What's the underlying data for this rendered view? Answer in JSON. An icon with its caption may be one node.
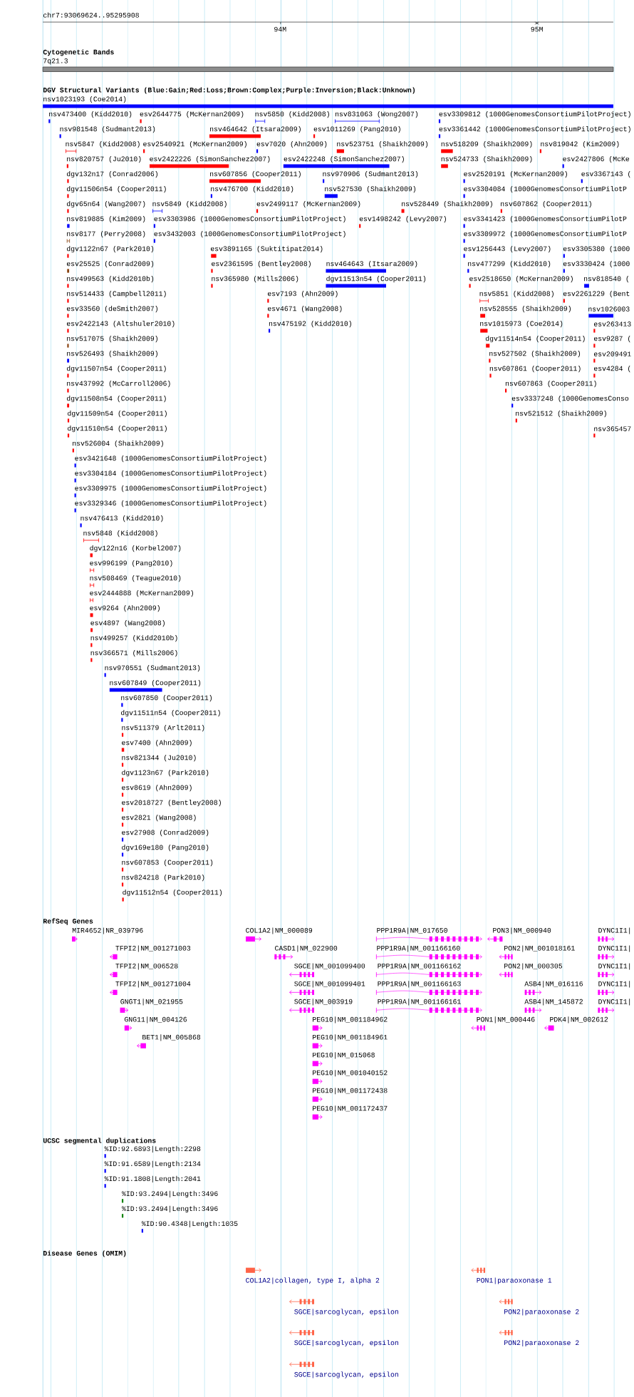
{
  "diagram": {
    "labels": [
      "chr7:93069624..95295908",
      "94M",
      "95M",
      "Cytogenetic Bands",
      "7q21.3",
      "DGV Structural Variants (Blue:Gain;Red:Loss;Brown:Complex;Purple:Inversion;Black:Unknown)",
      "nsv1023193 (Coe2014)",
      "nsv473400 (Kidd2010)",
      "esv2644775 (McKernan2009)",
      "nsv5850 (Kidd2008)",
      "nsv831063 (Wong2007)",
      "esv3309812 (1000GenomesConsortiumPilotProject)",
      "nsv981548 (Sudmant2013)",
      "nsv464642 (Itsara2009)",
      "esv1011269 (Pang2010)",
      "esv3361442 (1000GenomesConsortiumPilotProject)",
      "nsv5847 (Kidd2008)",
      "esv2540921 (McKernan2009)",
      "esv7020 (Ahn2009)",
      "nsv523751 (Shaikh2009)",
      "nsv518209 (Shaikh2009)",
      "nsv819042 (Kim2009)",
      "nsv820757 (Ju2010)",
      "esv2422226 (SimonSanchez2007)",
      "esv2422248 (SimonSanchez2007)",
      "nsv524733 (Shaikh2009)",
      "esv2427806 (McKe",
      "dgv132n17 (Conrad2006)",
      "nsv607856 (Cooper2011)",
      "nsv970906 (Sudmant2013)",
      "esv2520191 (McKernan2009)",
      "esv3367143 (",
      "dgv11506n54 (Cooper2011)",
      "nsv476700 (Kidd2010)",
      "nsv527530 (Shaikh2009)",
      "esv3304084 (1000GenomesConsortiumPilotP",
      "dgv65n64 (Wang2007)",
      "nsv5849 (Kidd2008)",
      "esv2499117 (McKernan2009)",
      "nsv528449 (Shaikh2009)",
      "nsv607862 (Cooper2011)",
      "nsv819885 (Kim2009)",
      "esv3303986 (1000GenomesConsortiumPilotProject)",
      "esv1498242 (Levy2007)",
      "esv3341423 (1000GenomesConsortiumPilotP",
      "nsv8177 (Perry2008)",
      "esv3432003 (1000GenomesConsortiumPilotProject)",
      "esv3309972 (1000GenomesConsortiumPilotP",
      "dgv1122n67 (Park2010)",
      "esv3891165 (Suktitipat2014)",
      "esv1256443 (Levy2007)",
      "esv3305380 (1000",
      "esv25525 (Conrad2009)",
      "esv2361595 (Bentley2008)",
      "nsv464643 (Itsara2009)",
      "nsv477299 (Kidd2010)",
      "esv3330424 (1000",
      "nsv499563 (Kidd2010b)",
      "nsv365980 (Mills2006)",
      "dgv11513n54 (Cooper2011)",
      "esv2518650 (McKernan2009)",
      "nsv818540 (",
      "nsv514433 (Campbell2011)",
      "esv7193 (Ahn2009)",
      "nsv5851 (Kidd2008)",
      "esv2261229 (Bent",
      "esv33560 (deSmith2007)",
      "esv4671 (Wang2008)",
      "nsv528555 (Shaikh2009)",
      "nsv1026003",
      "esv2422143 (Altshuler2010)",
      "nsv475192 (Kidd2010)",
      "nsv1015973 (Coe2014)",
      "esv263413",
      "nsv517075 (Shaikh2009)",
      "dgv11514n54 (Cooper2011)",
      "esv9287 (",
      "nsv526493 (Shaikh2009)",
      "nsv527502 (Shaikh2009)",
      "esv209491",
      "dgv11507n54 (Cooper2011)",
      "nsv607861 (Cooper2011)",
      "esv4284 (",
      "nsv437992 (McCarroll2006)",
      "nsv607863 (Cooper2011)",
      "dgv11508n54 (Cooper2011)",
      "esv3337248 (1000GenomesConso",
      "dgv11509n54 (Cooper2011)",
      "nsv521512 (Shaikh2009)",
      "dgv11510n54 (Cooper2011)",
      "nsv365457",
      "nsv526004 (Shaikh2009)",
      "esv3421648 (1000GenomesConsortiumPilotProject)",
      "esv3304184 (1000GenomesConsortiumPilotProject)",
      "esv3309975 (1000GenomesConsortiumPilotProject)",
      "esv3329346 (1000GenomesConsortiumPilotProject)",
      "nsv476413 (Kidd2010)",
      "nsv5848 (Kidd2008)",
      "dgv122n16 (Korbel2007)",
      "esv996199 (Pang2010)",
      "nsv508469 (Teague2010)",
      "esv2444888 (McKernan2009)",
      "esv9264 (Ahn2009)",
      "esv4897 (Wang2008)",
      "nsv499257 (Kidd2010b)",
      "nsv366571 (Mills2006)",
      "nsv970551 (Sudmant2013)",
      "nsv607849 (Cooper2011)",
      "nsv607850 (Cooper2011)",
      "dgv11511n54 (Cooper2011)",
      "nsv511379 (Arlt2011)",
      "esv7400 (Ahn2009)",
      "nsv821344 (Ju2010)",
      "dgv1123n67 (Park2010)",
      "esv8619 (Ahn2009)",
      "esv2018727 (Bentley2008)",
      "esv2821 (Wang2008)",
      "esv27908 (Conrad2009)",
      "dgv169e180 (Pang2010)",
      "nsv607853 (Cooper2011)",
      "nsv824218 (Park2010)",
      "dgv11512n54 (Cooper2011)",
      "RefSeq Genes",
      "MIR4652|NR_039796",
      "COL1A2|NM_000089",
      "PPP1R9A|NM_017650",
      "PON3|NM_000940",
      "DYNC1I1|",
      "TFPI2|NM_001271003",
      "CASD1|NM_022900",
      "PPP1R9A|NM_001166160",
      "PON2|NM_001018161",
      "DYNC1I1|",
      "TFPI2|NM_006528",
      "SGCE|NM_001099400",
      "PPP1R9A|NM_001166162",
      "PON2|NM_000305",
      "DYNC1I1|",
      "TFPI2|NM_001271004",
      "SGCE|NM_001099401",
      "PPP1R9A|NM_001166163",
      "ASB4|NM_016116",
      "DYNC1I1|",
      "GNGT1|NM_021955",
      "SGCE|NM_003919",
      "PPP1R9A|NM_001166161",
      "ASB4|NM_145872",
      "DYNC1I1|",
      "GNG11|NM_004126",
      "PEG10|NM_001184962",
      "PON1|NM_000446",
      "PDK4|NM_002612",
      "BET1|NM_005868",
      "PEG10|NM_001184961",
      "PEG10|NM_015068",
      "PEG10|NM_001040152",
      "PEG10|NM_001172438",
      "PEG10|NM_001172437",
      "UCSC segmental duplications",
      "%ID:92.6893|Length:2298",
      "%ID:91.6589|Length:2134",
      "%ID:91.1808|Length:2041",
      "%ID:93.2494|Length:3496",
      "%ID:93.2494|Length:3496",
      "%ID:90.4348|Length:1035",
      "Disease Genes (OMIM)",
      "COL1A2|collagen, type I, alpha 2",
      "PON1|paraoxonase 1",
      "SGCE|sarcoglycan, epsilon",
      "PON2|paraoxonase 2",
      "SGCE|sarcoglycan, epsilon",
      "PON2|paraoxonase 2",
      "SGCE|sarcoglycan, epsilon"
    ]
  }
}
